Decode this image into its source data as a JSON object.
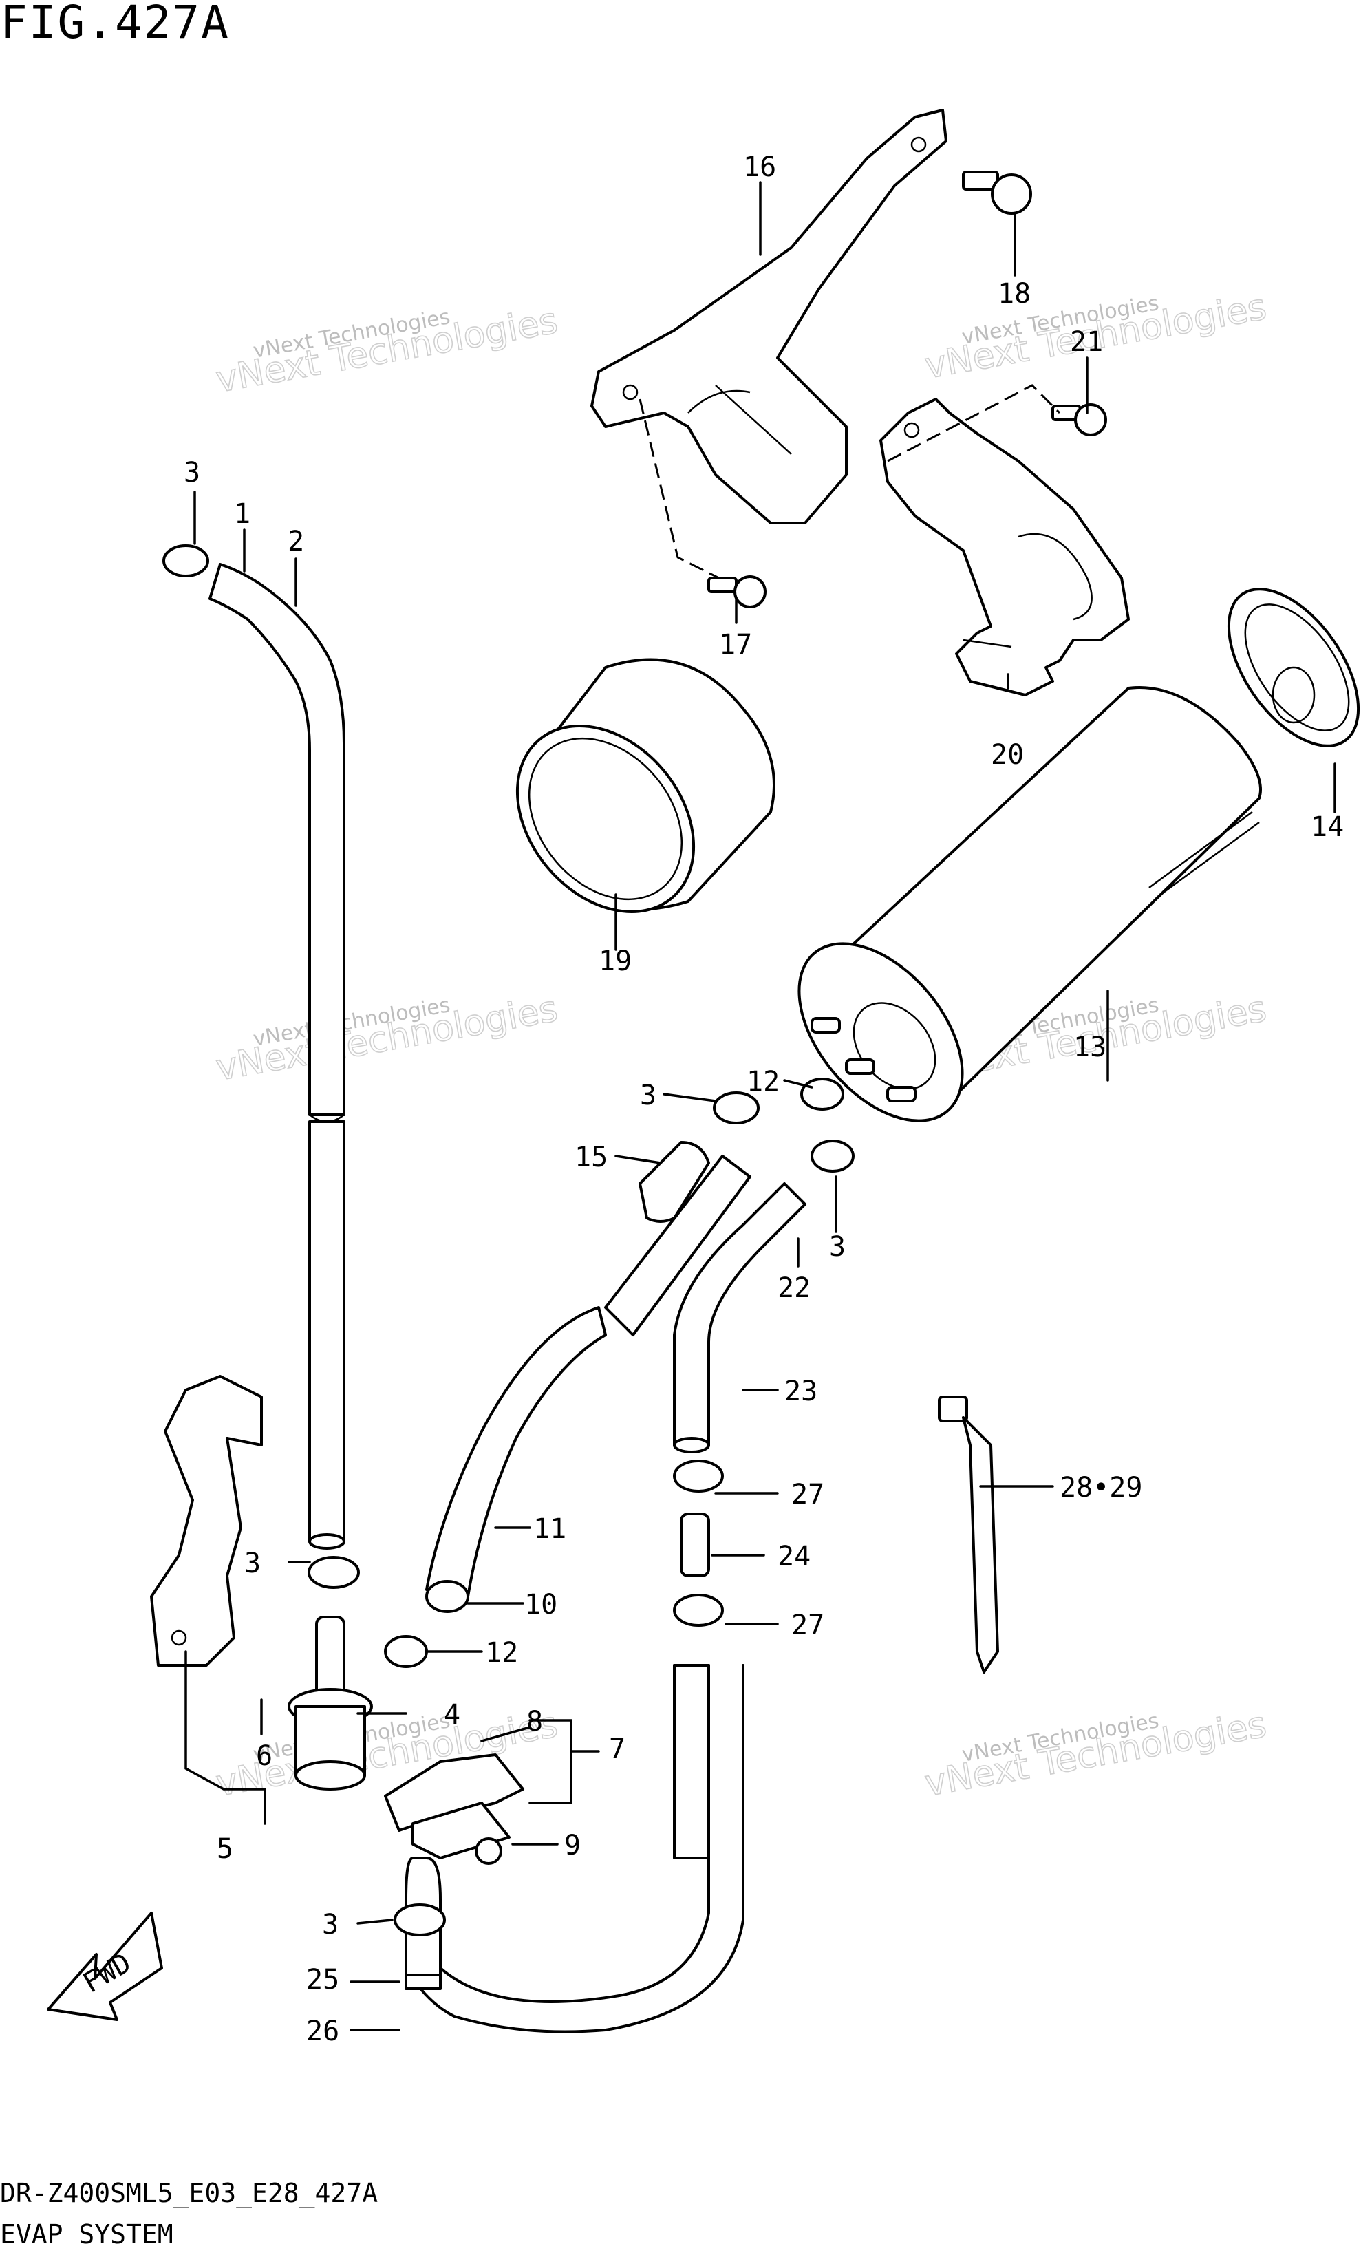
{
  "figure": {
    "title": "FIG.427A"
  },
  "footer": {
    "model_code": "DR-Z400SML5_E03_E28_427A",
    "system_name": "EVAP SYSTEM"
  },
  "fwd_label": "FWD",
  "watermark": {
    "line1": "vNext Technologies",
    "line2": "vNext Technologies"
  },
  "callouts": {
    "c1": "1",
    "c2": "2",
    "c3_top": "3",
    "c3_mid": "3",
    "c3_right": "3",
    "c3_lower": "3",
    "c3_bottom": "3",
    "c4": "4",
    "c5": "5",
    "c6": "6",
    "c7": "7",
    "c8": "8",
    "c9": "9",
    "c10": "10",
    "c11": "11",
    "c12_a": "12",
    "c12_b": "12",
    "c13": "13",
    "c14": "14",
    "c15": "15",
    "c16": "16",
    "c17": "17",
    "c18": "18",
    "c21": "21",
    "c19": "19",
    "c20": "20",
    "c22": "22",
    "c23": "23",
    "c24": "24",
    "c25": "25",
    "c26": "26",
    "c27_a": "27",
    "c27_b": "27",
    "c28_29": "28•29"
  }
}
